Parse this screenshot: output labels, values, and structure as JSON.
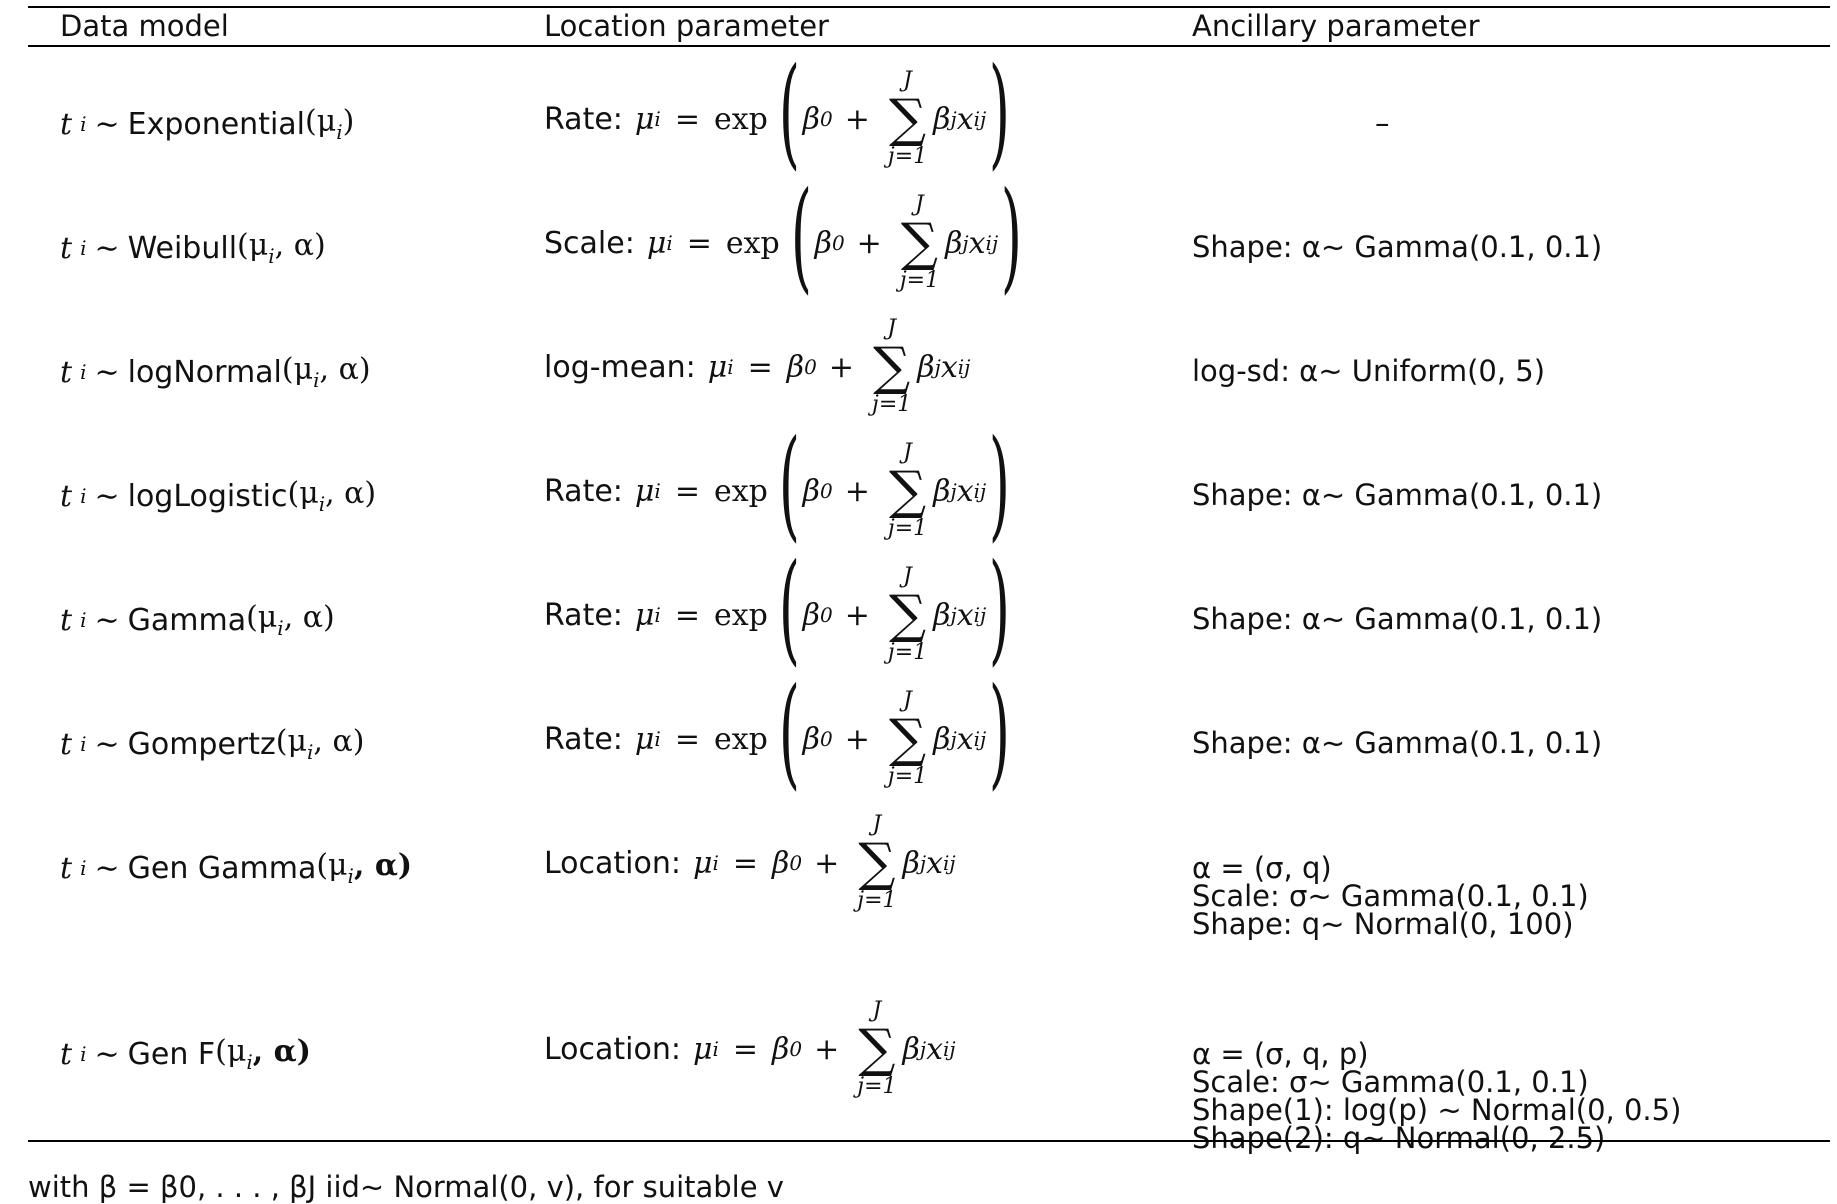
{
  "header": {
    "col1": "Data model",
    "col2": "Location parameter",
    "col3": "Ancillary parameter"
  },
  "rows": [
    {
      "model": "Exponential",
      "args": "(μ",
      "args_tail": ")",
      "loc_label": "Rate:",
      "loc_form": "exp",
      "anc": [
        "–"
      ]
    },
    {
      "model": "Weibull",
      "args": "(μ",
      "args_tail": ", α)",
      "loc_label": "Scale:",
      "loc_form": "exp",
      "anc": [
        "Shape: α∼ Gamma(0.1, 0.1)"
      ]
    },
    {
      "model": "logNormal",
      "args": "(μ",
      "args_tail": ", α)",
      "loc_label": "log-mean:",
      "loc_form": "linear",
      "anc": [
        "log-sd: α∼ Uniform(0, 5)"
      ]
    },
    {
      "model": "logLogistic",
      "args": "(μ",
      "args_tail": ", α)",
      "loc_label": "Rate:",
      "loc_form": "exp",
      "anc": [
        "Shape: α∼ Gamma(0.1, 0.1)"
      ]
    },
    {
      "model": "Gamma",
      "args": "(μ",
      "args_tail": ", α)",
      "loc_label": "Rate:",
      "loc_form": "exp",
      "anc": [
        "Shape: α∼ Gamma(0.1, 0.1)"
      ]
    },
    {
      "model": "Gompertz",
      "args": "(μ",
      "args_tail": ", α)",
      "loc_label": "Rate:",
      "loc_form": "exp",
      "anc": [
        "Shape: α∼ Gamma(0.1, 0.1)"
      ]
    },
    {
      "model": "Gen Gamma",
      "args": "(μ",
      "args_tail": ", α)",
      "loc_label": "Location:",
      "loc_form": "linear",
      "anc": [
        "α = (σ, q)",
        "Scale: σ∼ Gamma(0.1, 0.1)",
        "Shape: q∼ Normal(0, 100)"
      ]
    },
    {
      "model": "Gen F",
      "args": "(μ",
      "args_tail": ", α)",
      "loc_label": "Location:",
      "loc_form": "linear",
      "anc": [
        "α = (σ, q, p)",
        "Scale: σ∼ Gamma(0.1, 0.1)",
        "Shape(1): log(p) ∼ Normal(0, 0.5)",
        "Shape(2): q∼ Normal(0, 2.5)"
      ]
    }
  ],
  "math": {
    "t": "t",
    "i": "i",
    "tilde": "∼",
    "mu": "μ",
    "eq": "=",
    "exp": "exp",
    "beta0": "β",
    "zero": "0",
    "plus": "+",
    "sum_top": "J",
    "sum_sig": "∑",
    "sum_bot": "j=1",
    "beta": "β",
    "j": "j",
    "x": "x",
    "ij": "ij",
    "lparen": "(",
    "rparen": ")"
  },
  "footnote": "with β = β0, . . . , βJ iid∼ Normal(0, v), for suitable v"
}
